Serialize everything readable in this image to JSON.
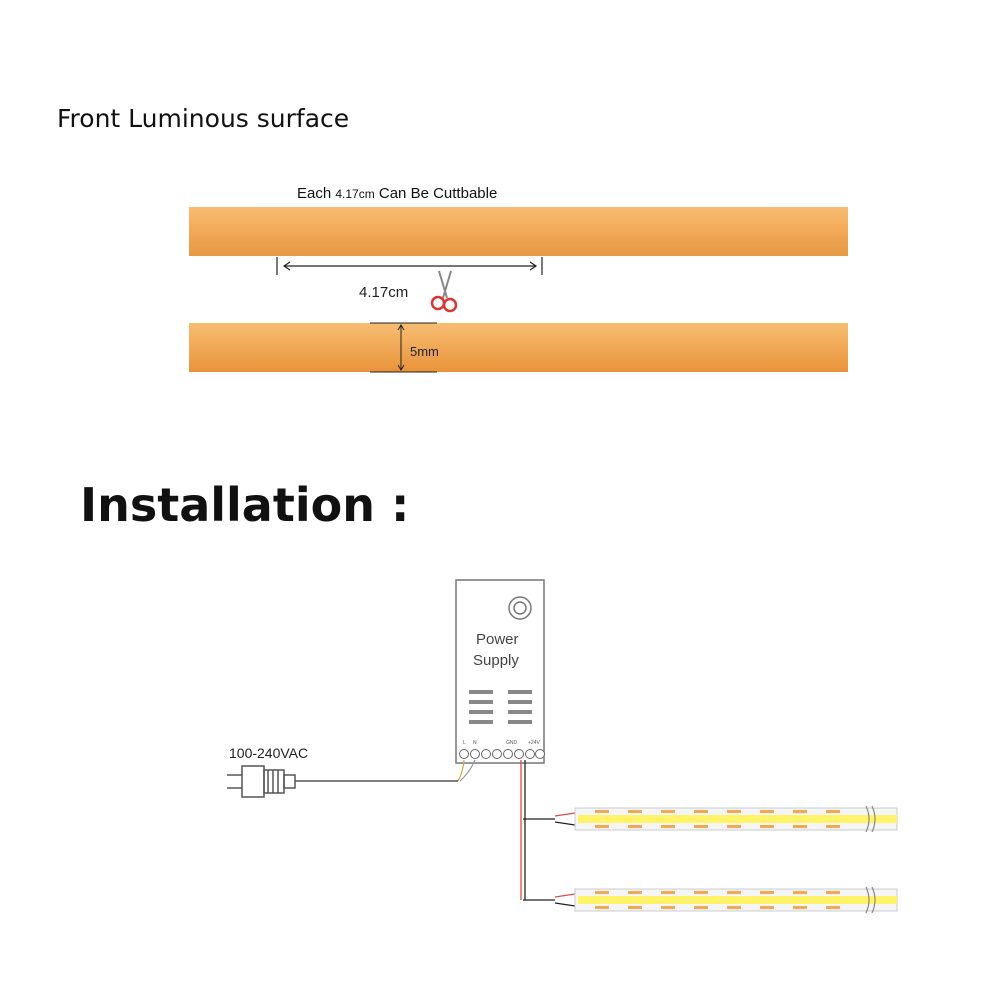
{
  "header": {
    "title": "Front Luminous surface"
  },
  "cut_info": {
    "prefix": "Each ",
    "length": "4.17cm",
    "suffix": " Can Be Cuttbable",
    "dimension_label": "4.17cm",
    "width_label": "5mm"
  },
  "installation": {
    "title": "Installation :",
    "voltage_label": "100-240VAC",
    "power_supply_line1": "Power",
    "power_supply_line2": "Supply",
    "terminal_l": "L",
    "terminal_n": "N",
    "terminal_gnd": "GND",
    "terminal_v": "+24V"
  },
  "colors": {
    "strip": "#f0a856",
    "led_yellow": "#fff36a",
    "wire_red": "#d94b4b",
    "wire_black": "#222222"
  },
  "icons": [
    "scissors-icon",
    "plug-icon",
    "power-supply-logo-icon"
  ]
}
